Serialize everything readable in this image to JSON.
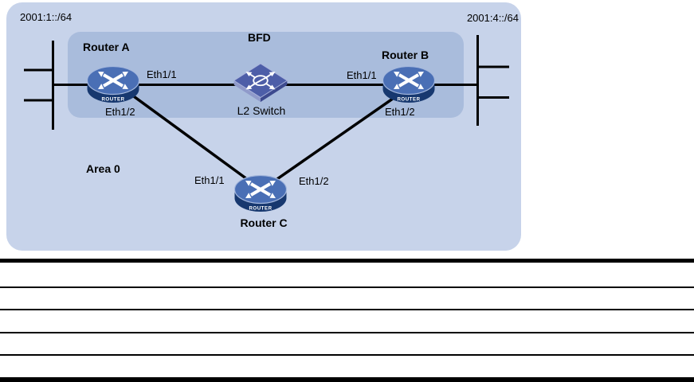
{
  "diagram": {
    "subnet_left": "2001:1::/64",
    "subnet_right": "2001:4::/64",
    "bfd_label": "BFD",
    "area_label": "Area 0",
    "router_badge": "ROUTER",
    "nodes": {
      "router_a": {
        "name": "Router A",
        "eth1": "Eth1/1",
        "eth2": "Eth1/2"
      },
      "router_b": {
        "name": "Router B",
        "eth1": "Eth1/1",
        "eth2": "Eth1/2"
      },
      "router_c": {
        "name": "Router C",
        "eth1": "Eth1/1",
        "eth2": "Eth1/2"
      },
      "l2_switch": {
        "name": "L2 Switch"
      }
    },
    "colors": {
      "area_fill": "#c7d3ea",
      "bfd_fill": "#a9bcdc",
      "link_line": "#000000",
      "router_top_face": "#4a6fb5",
      "router_body": "#17386f",
      "switch_top_face": "#4d5ea8",
      "label_text": "#000000"
    }
  },
  "table": {
    "rows": 5
  }
}
